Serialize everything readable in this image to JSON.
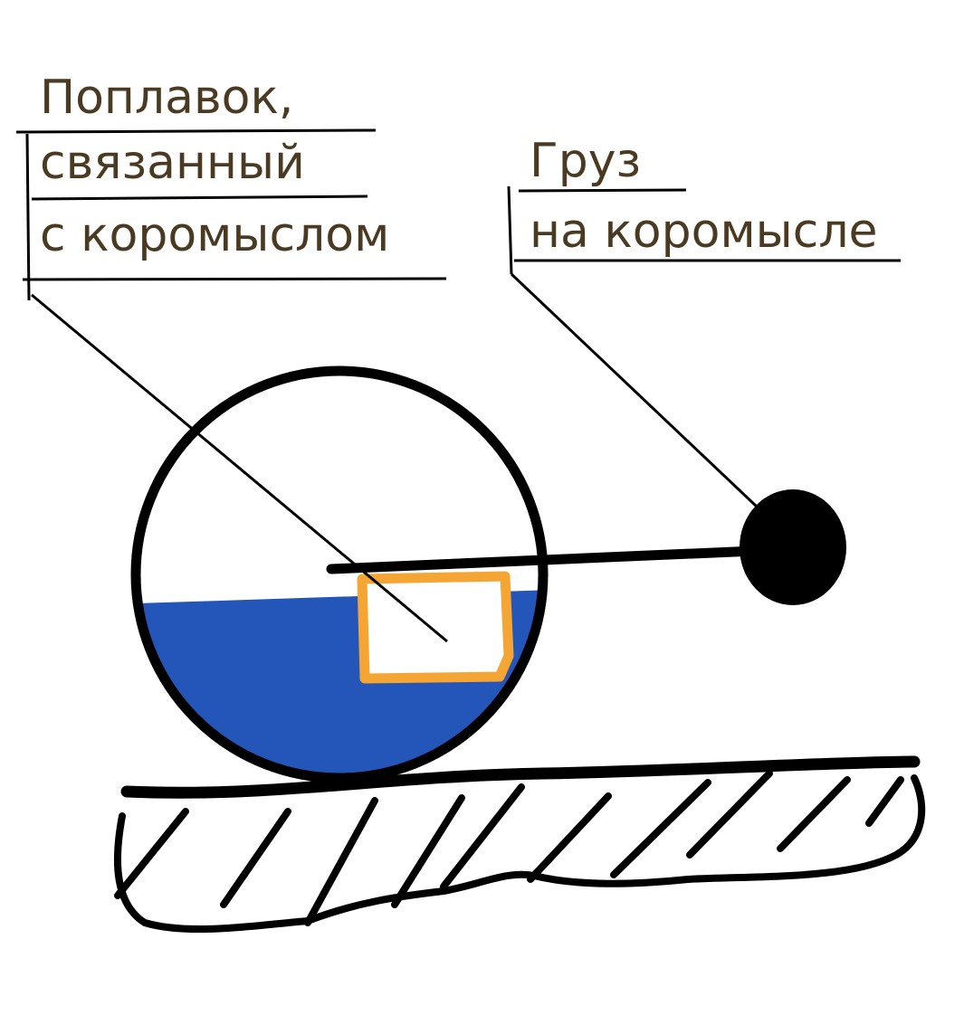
{
  "labels": {
    "float": {
      "line1": "Поплавок,",
      "line2": "связанный",
      "line3": "с коромыслом"
    },
    "weight": {
      "line1": "Груз",
      "line2": "на коромысле"
    }
  },
  "colors": {
    "text": "#4a3a22",
    "ink": "#000000",
    "water": "#2356b8",
    "float_outline": "#f5a533",
    "background": "#ffffff"
  }
}
